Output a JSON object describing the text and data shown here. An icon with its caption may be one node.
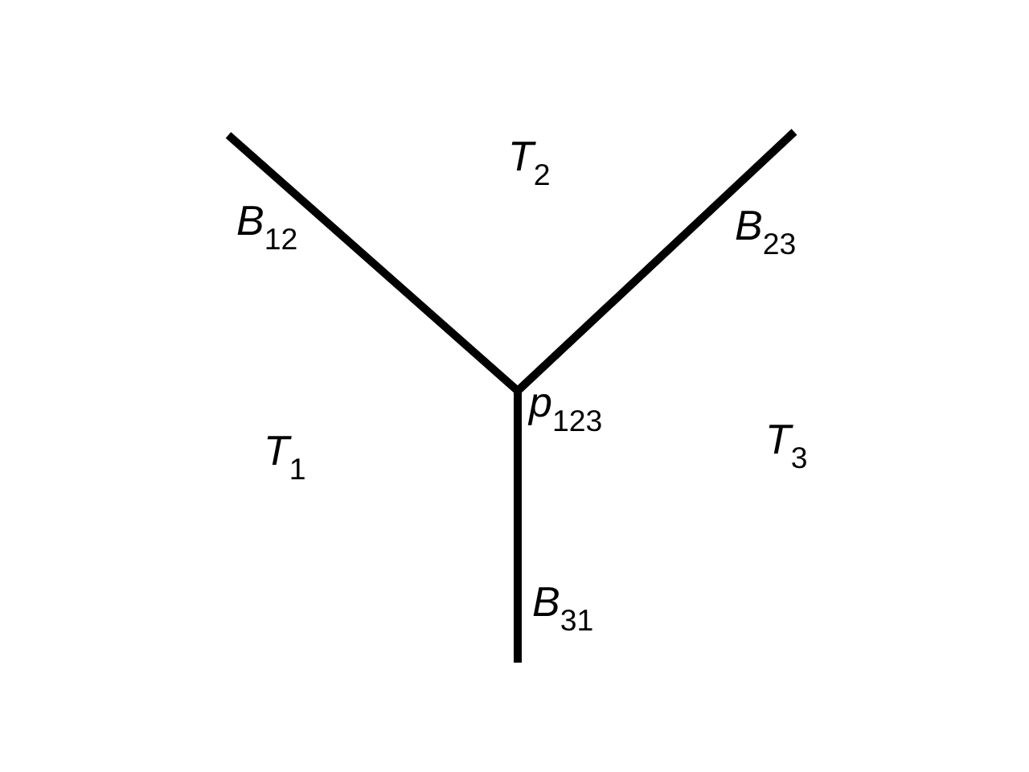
{
  "diagram": {
    "labels": [
      "*T*$_{2}$",
      "*B*$_{12}$",
      "*B*$_{23}$",
      "*p*$_{123}$",
      "*T*$_{1}$",
      "*T*$_{3}$",
      "*B*$_{31}$"
    ]
  }
}
